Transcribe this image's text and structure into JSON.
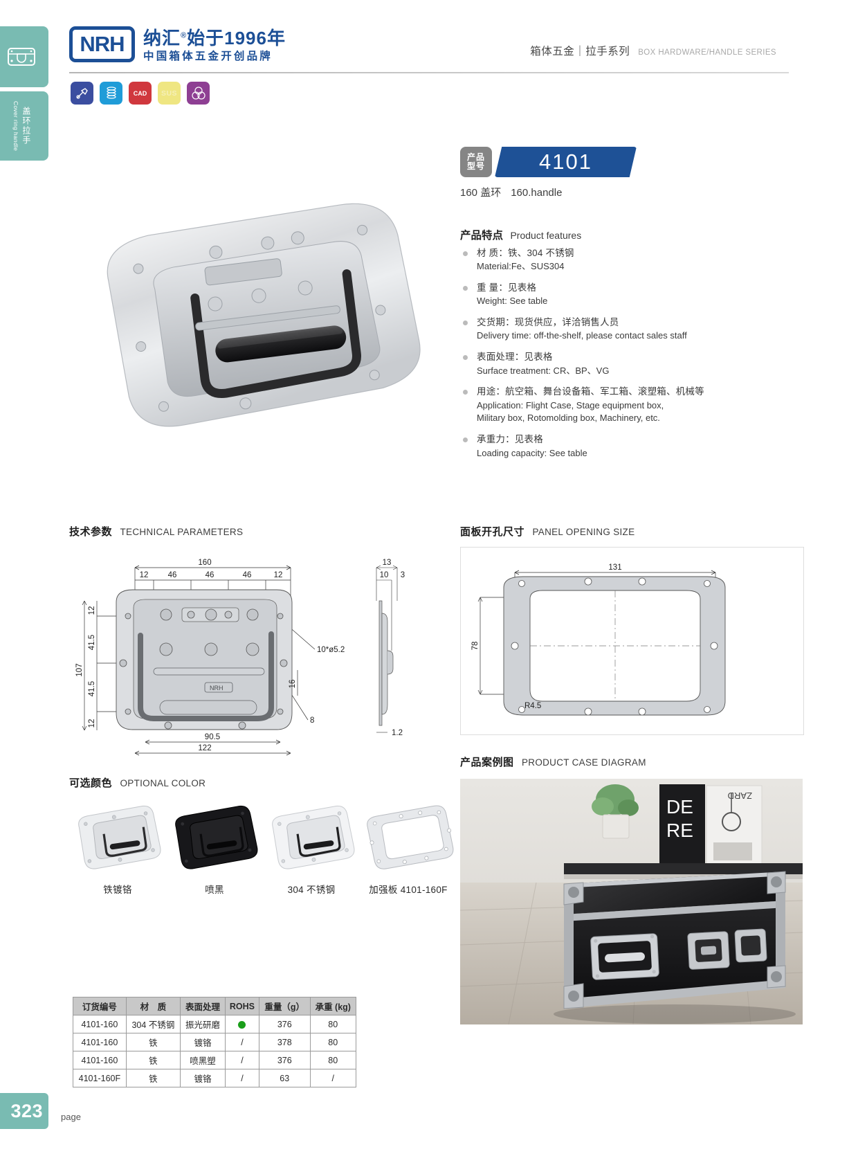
{
  "sidebar": {
    "icon_name": "handle-plate-icon",
    "tab_cn": "盖环拉手",
    "tab_en": "Cover ring handle"
  },
  "footer": {
    "page_number": "323",
    "page_label": "page"
  },
  "header": {
    "logo_mark": "NRH",
    "logo_line1": "纳汇",
    "logo_reg": "®",
    "logo_line1b": "始于1996年",
    "logo_line2": "中国箱体五金开创品牌",
    "category_cn": "箱体五金｜拉手系列",
    "category_en": "BOX HARDWARE/HANDLE SERIES"
  },
  "badges": [
    {
      "name": "tools-icon",
      "label": "",
      "color": "#3b4ea0"
    },
    {
      "name": "spring-icon",
      "label": "",
      "color": "#1f9cd8"
    },
    {
      "name": "cad-file-icon",
      "label": "CAD",
      "color": "#d0383e"
    },
    {
      "name": "sus-material-icon",
      "label": "SUS",
      "color": "#efe682"
    },
    {
      "name": "rohs-circles-icon",
      "label": "",
      "color": "#8e3f93"
    }
  ],
  "model": {
    "tag_line1": "产品",
    "tag_line2": "型号",
    "number": "4101",
    "sub_cn": "160 盖环",
    "sub_en": "160.handle"
  },
  "features": {
    "title_cn": "产品特点",
    "title_en": "Product features",
    "items": [
      {
        "cn": "材  质：铁、304 不锈钢",
        "en": "Material:Fe、SUS304"
      },
      {
        "cn": "重  量：见表格",
        "en": "Weight: See table"
      },
      {
        "cn": "交货期：现货供应，详洽销售人员",
        "en": "Delivery time: off-the-shelf, please contact sales staff"
      },
      {
        "cn": "表面处理：见表格",
        "en": "Surface treatment: CR、BP、VG"
      },
      {
        "cn": "用途：航空箱、舞台设备箱、军工箱、滚塑箱、机械等",
        "en": "Application: Flight Case, Stage equipment box,\nMilitary box, Rotomolding box, Machinery, etc."
      },
      {
        "cn": "承重力：见表格",
        "en": "Loading capacity: See table"
      }
    ]
  },
  "sections": {
    "technical_cn": "技术参数",
    "technical_en": "TECHNICAL PARAMETERS",
    "panel_cn": "面板开孔尺寸",
    "panel_en": "PANEL OPENING SIZE",
    "color_cn": "可选颜色",
    "color_en": "OPTIONAL COLOR",
    "case_cn": "产品案例图",
    "case_en": "PRODUCT CASE DIAGRAM"
  },
  "technical_dims": {
    "overall_width": "160",
    "top_segments": [
      "12",
      "46",
      "46",
      "46",
      "12"
    ],
    "left_total": "107",
    "left_segments": [
      "12",
      "41.5",
      "41.5",
      "12"
    ],
    "hole_callout": "10*ø5.2",
    "depth_callout": "16",
    "bottom_callout": "8",
    "bottom_width_inner": "90.5",
    "bottom_width_outer": "122",
    "side_total": "13",
    "side_a": "10",
    "side_b": "3",
    "side_thickness": "1.2",
    "logo_text": "NRH"
  },
  "panel_dims": {
    "width": "131",
    "height": "78",
    "radius": "R4.5"
  },
  "colors": [
    {
      "label": "铁镀铬",
      "finish": "chrome"
    },
    {
      "label": "喷黑",
      "finish": "black"
    },
    {
      "label": "304 不锈钢",
      "finish": "stainless"
    },
    {
      "label": "加强板 4101-160F",
      "finish": "plate"
    }
  ],
  "table": {
    "headers": [
      "订货编号",
      "材　质",
      "表面处理",
      "ROHS",
      "重量（g）",
      "承重 (kg)"
    ],
    "rows": [
      {
        "code": "4101-160",
        "material": "304 不锈钢",
        "surface": "振光研磨",
        "rohs": "dot",
        "weight": "376",
        "load": "80"
      },
      {
        "code": "4101-160",
        "material": "铁",
        "surface": "镀铬",
        "rohs": "/",
        "weight": "378",
        "load": "80"
      },
      {
        "code": "4101-160",
        "material": "铁",
        "surface": "喷黑塑",
        "rohs": "/",
        "weight": "376",
        "load": "80"
      },
      {
        "code": "4101-160F",
        "material": "铁",
        "surface": "镀铬",
        "rohs": "/",
        "weight": "63",
        "load": "/"
      }
    ]
  },
  "theme": {
    "brand_blue": "#1e5196",
    "tab_green": "#79bbb2",
    "rohs_green": "#1a9e1a"
  }
}
